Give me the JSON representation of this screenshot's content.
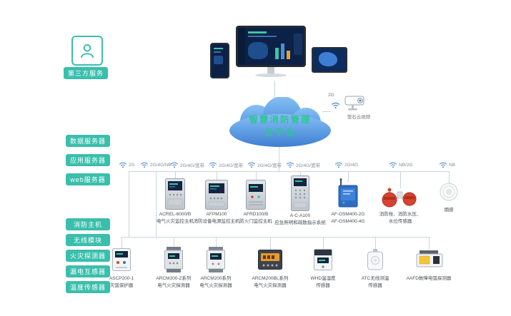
{
  "third_party": {
    "label": "第三方服务"
  },
  "cloud": {
    "line1": "智慧消防管理",
    "line2": "云平台"
  },
  "camera": {
    "conn": "2G",
    "label": "萤石云视频"
  },
  "servers": [
    {
      "label": "数据服务器"
    },
    {
      "label": "应用服务器"
    },
    {
      "label": "web服务器"
    }
  ],
  "categories": [
    {
      "label": "消防主机"
    },
    {
      "label": "无线模块"
    },
    {
      "label": "火灾探测器"
    },
    {
      "label": "漏电互感器"
    },
    {
      "label": "温度传感器"
    }
  ],
  "connections": [
    {
      "label": "2G"
    },
    {
      "label": "2G/4G/NB"
    },
    {
      "label": "2G/4G/宽带"
    },
    {
      "label": "2G/4G/宽带"
    },
    {
      "label": "2G/4G/宽带"
    },
    {
      "label": "2G/4G/宽带"
    },
    {
      "label": "2G/4G"
    },
    {
      "label": "NB/2G"
    },
    {
      "label": "NB"
    }
  ],
  "middle_devices": [
    {
      "model": "ACREL-6000/B",
      "desc": "电气火灾监控主机"
    },
    {
      "model": "AFPM100",
      "desc": "消防设备电源监控主机"
    },
    {
      "model": "AFRD100/B",
      "desc": "防火门监控主机"
    },
    {
      "model": "A-C-A100",
      "desc": "应急照明和疏散指示系统"
    },
    {
      "model": "AF-GSM400-2G",
      "desc": "AF-GSM400-4G"
    },
    {
      "model": "消防栓、消防水压、",
      "desc": "水位传感器"
    },
    {
      "model": "烟感",
      "desc": ""
    }
  ],
  "bottom_devices": [
    {
      "model": "ASCP200-1",
      "desc": "灭弧保护器"
    },
    {
      "model": "ARCM300-Z系列",
      "desc": "电气火灾探测器"
    },
    {
      "model": "ARCM200系列",
      "desc": "电气火灾探测器"
    },
    {
      "model": "ARCM200BL系列",
      "desc": "电气火灾探测器"
    },
    {
      "model": "WHD温湿度",
      "desc": "传感器"
    },
    {
      "model": "ATC无线测温",
      "desc": "传感器"
    },
    {
      "model": "AAFD故障电弧探测器",
      "desc": ""
    }
  ],
  "colors": {
    "teal_accent": "#3ABFAC",
    "blue_accent": "#4D8FD6",
    "cloud_top": "#85C0F5",
    "cloud_bottom": "#3E7ED2",
    "cloud_text": "#2FC493",
    "hydrant_red": "#D8422F",
    "display_orange": "#E79A2E"
  }
}
